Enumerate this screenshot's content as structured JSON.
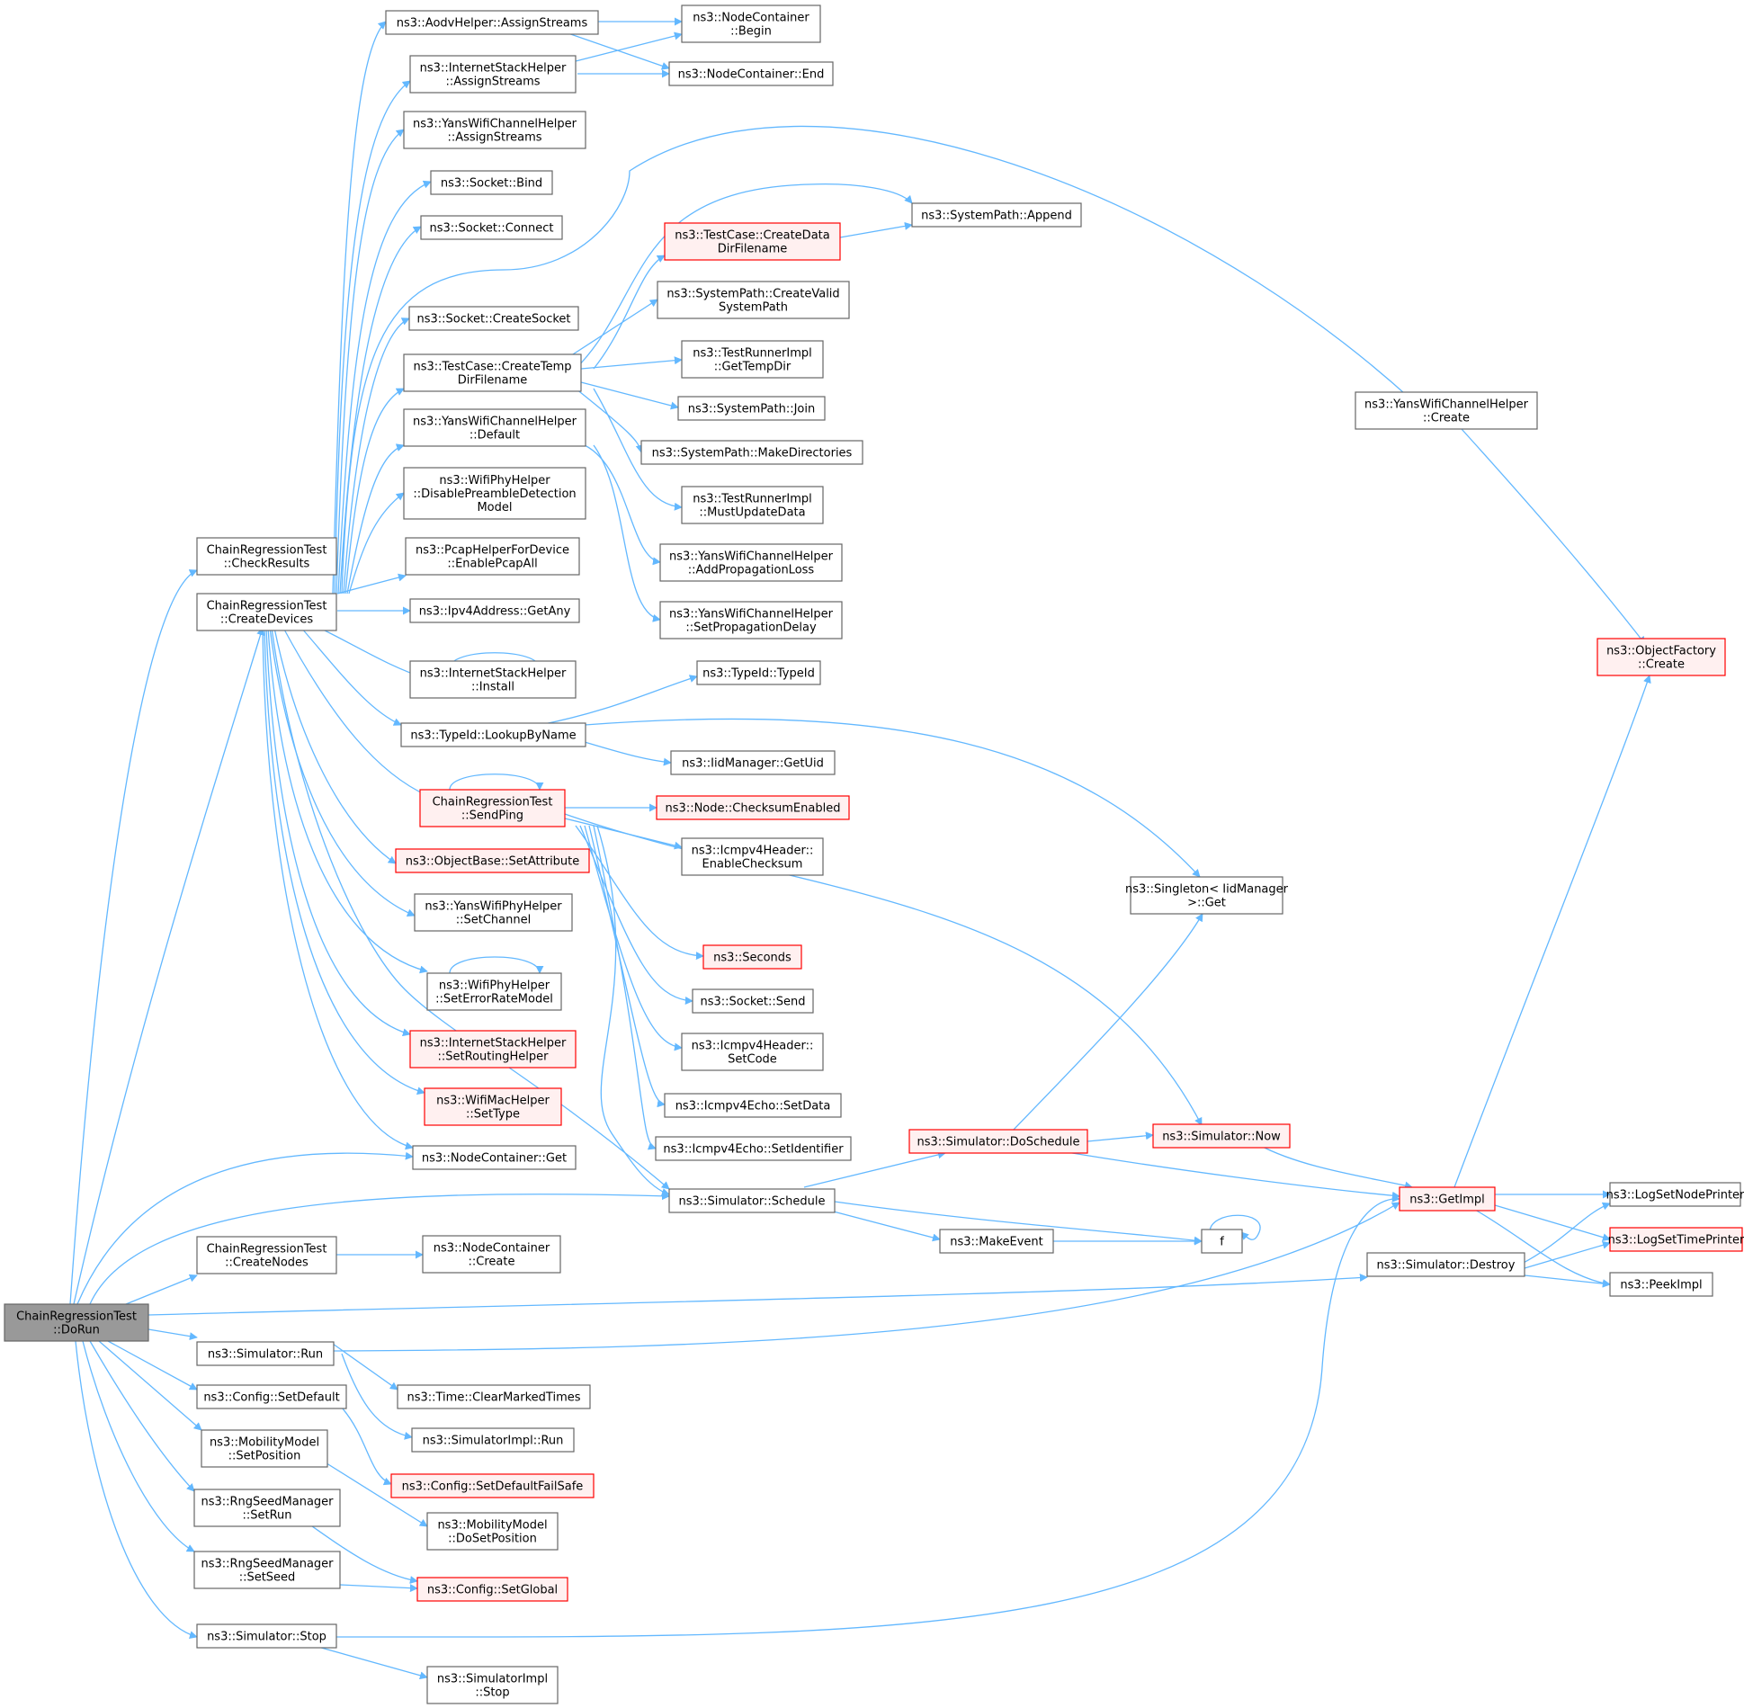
{
  "colors": {
    "edge": "#63b8ff",
    "box_border": "#666666",
    "red_border": "#ff0000",
    "red_fill": "#fff0f0",
    "root_fill": "#999999"
  },
  "nodes": {
    "n_dorun": {
      "lines": [
        "ChainRegressionTest",
        "::DoRun"
      ]
    },
    "n_checkresults": {
      "lines": [
        "ChainRegressionTest",
        "::CheckResults"
      ]
    },
    "n_createdevices": {
      "lines": [
        "ChainRegressionTest",
        "::CreateDevices"
      ]
    },
    "n_createnodes": {
      "lines": [
        "ChainRegressionTest",
        "::CreateNodes"
      ]
    },
    "n_simrun": {
      "lines": [
        "ns3::Simulator::Run"
      ]
    },
    "n_cfgsetdefault": {
      "lines": [
        "ns3::Config::SetDefault"
      ]
    },
    "n_mobsetpos": {
      "lines": [
        "ns3::MobilityModel",
        "::SetPosition"
      ]
    },
    "n_rngsetrun": {
      "lines": [
        "ns3::RngSeedManager",
        "::SetRun"
      ]
    },
    "n_rngsetseed": {
      "lines": [
        "ns3::RngSeedManager",
        "::SetSeed"
      ]
    },
    "n_simstop": {
      "lines": [
        "ns3::Simulator::Stop"
      ]
    },
    "n_aodvassign": {
      "lines": [
        "ns3::AodvHelper::AssignStreams"
      ]
    },
    "n_inetassign": {
      "lines": [
        "ns3::InternetStackHelper",
        "::AssignStreams"
      ]
    },
    "n_yansassign": {
      "lines": [
        "ns3::YansWifiChannelHelper",
        "::AssignStreams"
      ]
    },
    "n_sockbind": {
      "lines": [
        "ns3::Socket::Bind"
      ]
    },
    "n_sockconnect": {
      "lines": [
        "ns3::Socket::Connect"
      ]
    },
    "n_sockcreate": {
      "lines": [
        "ns3::Socket::CreateSocket"
      ]
    },
    "n_tccreatetemp": {
      "lines": [
        "ns3::TestCase::CreateTemp",
        "DirFilename"
      ]
    },
    "n_yansdefault": {
      "lines": [
        "ns3::YansWifiChannelHelper",
        "::Default"
      ]
    },
    "n_wifidisable": {
      "lines": [
        "ns3::WifiPhyHelper",
        "::DisablePreambleDetection",
        "Model"
      ]
    },
    "n_pcapall": {
      "lines": [
        "ns3::PcapHelperForDevice",
        "::EnablePcapAll"
      ]
    },
    "n_ipv4any": {
      "lines": [
        "ns3::Ipv4Address::GetAny"
      ]
    },
    "n_inetinstall": {
      "lines": [
        "ns3::InternetStackHelper",
        "::Install"
      ]
    },
    "n_lookupbyname": {
      "lines": [
        "ns3::TypeId::LookupByName"
      ]
    },
    "n_sendping": {
      "lines": [
        "ChainRegressionTest",
        "::SendPing"
      ]
    },
    "n_setattribute": {
      "lines": [
        "ns3::ObjectBase::SetAttribute"
      ]
    },
    "n_yansphychan": {
      "lines": [
        "ns3::YansWifiPhyHelper",
        "::SetChannel"
      ]
    },
    "n_seterrrate": {
      "lines": [
        "ns3::WifiPhyHelper",
        "::SetErrorRateModel"
      ]
    },
    "n_setrouting": {
      "lines": [
        "ns3::InternetStackHelper",
        "::SetRoutingHelper"
      ]
    },
    "n_macsettype": {
      "lines": [
        "ns3::WifiMacHelper",
        "::SetType"
      ]
    },
    "n_ncget": {
      "lines": [
        "ns3::NodeContainer::Get"
      ]
    },
    "n_ncbegin": {
      "lines": [
        "ns3::NodeContainer",
        "::Begin"
      ]
    },
    "n_ncend": {
      "lines": [
        "ns3::NodeContainer::End"
      ]
    },
    "n_spappend": {
      "lines": [
        "ns3::SystemPath::Append"
      ]
    },
    "n_tccreatedata": {
      "lines": [
        "ns3::TestCase::CreateData",
        "DirFilename"
      ]
    },
    "n_spcreatevalid": {
      "lines": [
        "ns3::SystemPath::CreateValid",
        "SystemPath"
      ]
    },
    "n_trgettemp": {
      "lines": [
        "ns3::TestRunnerImpl",
        "::GetTempDir"
      ]
    },
    "n_spjoin": {
      "lines": [
        "ns3::SystemPath::Join"
      ]
    },
    "n_spmakedirs": {
      "lines": [
        "ns3::SystemPath::MakeDirectories"
      ]
    },
    "n_trmustupdate": {
      "lines": [
        "ns3::TestRunnerImpl",
        "::MustUpdateData"
      ]
    },
    "n_yansaddloss": {
      "lines": [
        "ns3::YansWifiChannelHelper",
        "::AddPropagationLoss"
      ]
    },
    "n_yanssetdelay": {
      "lines": [
        "ns3::YansWifiChannelHelper",
        "::SetPropagationDelay"
      ]
    },
    "n_typeid": {
      "lines": [
        "ns3::TypeId::TypeId"
      ]
    },
    "n_iidgetuid": {
      "lines": [
        "ns3::IidManager::GetUid"
      ]
    },
    "n_nodechecksum": {
      "lines": [
        "ns3::Node::ChecksumEnabled"
      ]
    },
    "n_icmpenable": {
      "lines": [
        "ns3::Icmpv4Header::",
        "EnableChecksum"
      ]
    },
    "n_seconds": {
      "lines": [
        "ns3::Seconds"
      ]
    },
    "n_socksend": {
      "lines": [
        "ns3::Socket::Send"
      ]
    },
    "n_icmpsetcode": {
      "lines": [
        "ns3::Icmpv4Header::",
        "SetCode"
      ]
    },
    "n_echosetdata": {
      "lines": [
        "ns3::Icmpv4Echo::SetData"
      ]
    },
    "n_echosetid": {
      "lines": [
        "ns3::Icmpv4Echo::SetIdentifier"
      ]
    },
    "n_simschedule": {
      "lines": [
        "ns3::Simulator::Schedule"
      ]
    },
    "n_simdoschedule": {
      "lines": [
        "ns3::Simulator::DoSchedule"
      ]
    },
    "n_simnow": {
      "lines": [
        "ns3::Simulator::Now"
      ]
    },
    "n_makeevent": {
      "lines": [
        "ns3::MakeEvent"
      ]
    },
    "n_f": {
      "lines": [
        "f"
      ]
    },
    "n_ncreate": {
      "lines": [
        "ns3::NodeContainer",
        "::Create"
      ]
    },
    "n_cleartimes": {
      "lines": [
        "ns3::Time::ClearMarkedTimes"
      ]
    },
    "n_simimplrun": {
      "lines": [
        "ns3::SimulatorImpl::Run"
      ]
    },
    "n_cfgfailsafe": {
      "lines": [
        "ns3::Config::SetDefaultFailSafe"
      ]
    },
    "n_mobdosetpos": {
      "lines": [
        "ns3::MobilityModel",
        "::DoSetPosition"
      ]
    },
    "n_cfgsetglobal": {
      "lines": [
        "ns3::Config::SetGlobal"
      ]
    },
    "n_simimplstop": {
      "lines": [
        "ns3::SimulatorImpl",
        "::Stop"
      ]
    },
    "n_yanscreate": {
      "lines": [
        "ns3::YansWifiChannelHelper",
        "::Create"
      ]
    },
    "n_objfactory": {
      "lines": [
        "ns3::ObjectFactory",
        "::Create"
      ]
    },
    "n_singleton": {
      "lines": [
        "ns3::Singleton< IidManager",
        " >::Get"
      ]
    },
    "n_getimpl": {
      "lines": [
        "ns3::GetImpl"
      ]
    },
    "n_simdestroy": {
      "lines": [
        "ns3::Simulator::Destroy"
      ]
    },
    "n_lognode": {
      "lines": [
        "ns3::LogSetNodePrinter"
      ]
    },
    "n_logtime": {
      "lines": [
        "ns3::LogSetTimePrinter"
      ]
    },
    "n_peekimpl": {
      "lines": [
        "ns3::PeekImpl"
      ]
    }
  }
}
